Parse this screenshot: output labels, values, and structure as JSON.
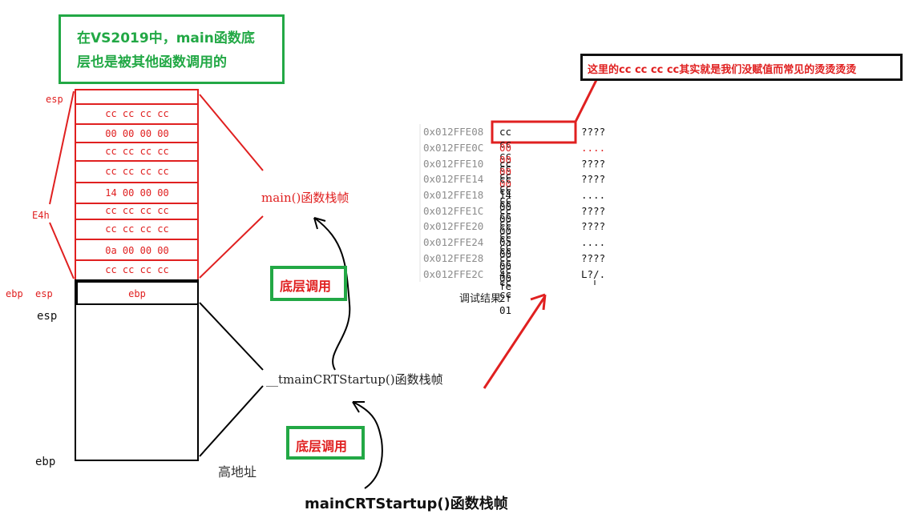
{
  "note_box": {
    "line1": "在VS2019中，main函数底",
    "line2": "层也是被其他函数调用的"
  },
  "callout": {
    "text": "这里的cc cc cc cc其实就是我们没赋值而常见的烫烫烫烫"
  },
  "stack": {
    "main_cells": [
      "cc cc cc cc",
      "00 00 00 00",
      "cc cc cc cc",
      "cc cc cc cc",
      "14 00 00 00",
      "cc cc cc cc",
      "cc cc cc cc",
      "0a 00 00 00",
      "cc cc cc cc"
    ],
    "ebp_cell": "ebp",
    "labels": {
      "esp_top": "esp",
      "size": "E4h",
      "ebp_esp_ebp": "ebp",
      "ebp_esp_esp": "esp",
      "esp_lower": "esp",
      "ebp_bottom": "ebp",
      "high_addr": "高地址"
    }
  },
  "frames": {
    "main_frame": "main()函数栈帧",
    "tmain_frame": "__tmainCRTStartup()函数栈帧",
    "crt_frame": "mainCRTStartup()函数栈帧"
  },
  "call_labels": {
    "upper": "底层调用",
    "lower": "底层调用"
  },
  "memory": {
    "caption": "调试结果",
    "rows": [
      {
        "addr": "0x012FFE08",
        "bytes": "cc cc cc cc",
        "ascii": "????",
        "highlight": false
      },
      {
        "addr": "0x012FFE0C",
        "bytes": "00 00 00 00",
        "ascii": "....",
        "highlight": true
      },
      {
        "addr": "0x012FFE10",
        "bytes": "cc cc cc cc",
        "ascii": "????",
        "highlight": false
      },
      {
        "addr": "0x012FFE14",
        "bytes": "cc cc cc cc",
        "ascii": "????",
        "highlight": false
      },
      {
        "addr": "0x012FFE18",
        "bytes": "14 00 00 00",
        "ascii": "....",
        "highlight": false
      },
      {
        "addr": "0x012FFE1C",
        "bytes": "cc cc cc cc",
        "ascii": "????",
        "highlight": false
      },
      {
        "addr": "0x012FFE20",
        "bytes": "cc cc cc cc",
        "ascii": "????",
        "highlight": false
      },
      {
        "addr": "0x012FFE24",
        "bytes": "0a 00 00 00",
        "ascii": "....",
        "highlight": false
      },
      {
        "addr": "0x012FFE28",
        "bytes": "cc cc cc cc",
        "ascii": "????",
        "highlight": false
      },
      {
        "addr": "0x012FFE2C",
        "bytes": "4c fe 2f 01",
        "ascii": "L?/.",
        "highlight": false
      }
    ]
  },
  "colors": {
    "red": "#e02020",
    "green": "#22a845",
    "gray_addr": "#8c8c8c",
    "black": "#000000"
  }
}
